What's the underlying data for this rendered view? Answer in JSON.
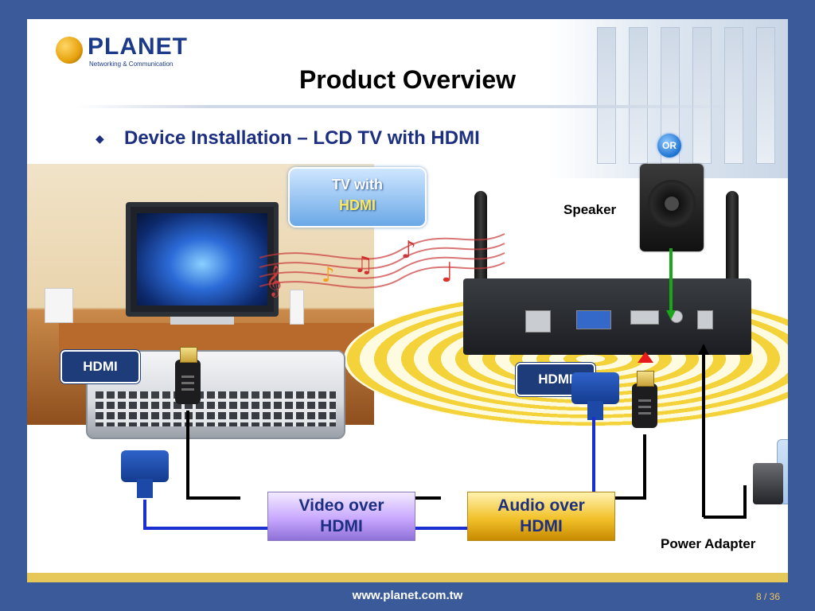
{
  "logo": {
    "name": "PLANET",
    "tagline": "Networking & Communication"
  },
  "slide": {
    "title": "Product Overview",
    "subtitle": "Device Installation – LCD TV with HDMI"
  },
  "callout": {
    "line1": "TV with",
    "line2": "HDMI"
  },
  "badges": {
    "or": "OR"
  },
  "labels": {
    "speaker": "Speaker",
    "power_adapter": "Power Adapter",
    "hdmi_left": "HDMI",
    "hdmi_right": "HDMI"
  },
  "boxes": {
    "video": {
      "line1": "Video over",
      "line2": "HDMI"
    },
    "audio": {
      "line1": "Audio over",
      "line2": "HDMI"
    }
  },
  "footer": {
    "url": "www.planet.com.tw",
    "page": "8 / 36"
  },
  "colors": {
    "frame": "#3a5a9a",
    "title_text": "#1c2f80",
    "hdmi_tag": "#1e3c7a",
    "footer_band": "#e6c85a",
    "video_cable": "#1a2fd1",
    "audio_cable": "#000000",
    "speaker_cable": "#1aa51a",
    "indicator_arrow": "#e61a1a"
  },
  "icons": [
    "bullet-diamond-icon",
    "or-badge-icon",
    "hdmi-connector-icon",
    "vga-connector-icon",
    "power-plug-icon",
    "power-outlet-icon",
    "speaker-icon",
    "antenna-icon"
  ]
}
